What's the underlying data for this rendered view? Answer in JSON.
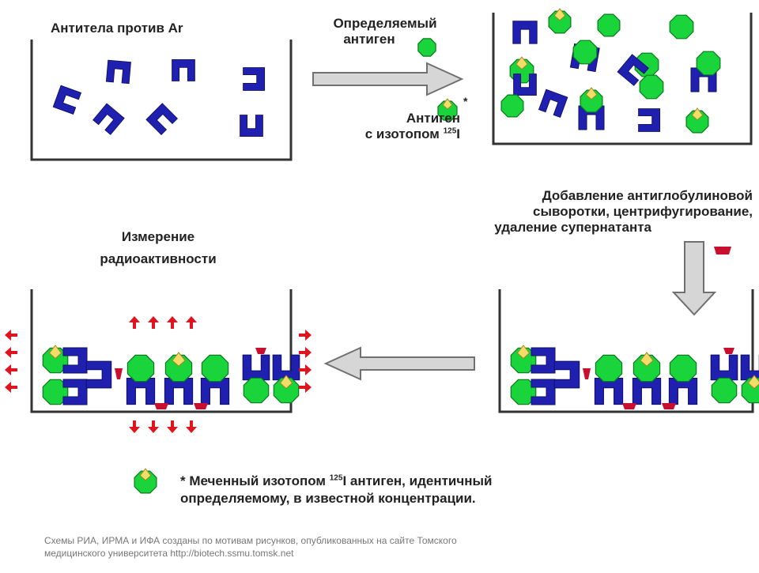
{
  "colors": {
    "antibody": "#1f1fb0",
    "antigen": "#19d43a",
    "antigen_stroke": "#0a7a1e",
    "label_tag": "#f2dc6a",
    "antiglobulin": "#c8102e",
    "radiation": "#e0141e",
    "arrow_fill": "#d6d6d6",
    "arrow_stroke": "#707070",
    "vessel": "#333333"
  },
  "panel1": {
    "title": "Антитела против Ar"
  },
  "arrow1": {
    "line1": "Определяемый",
    "line2": "антиген"
  },
  "labeled_antigen": {
    "star": "*",
    "line1": "Антиген",
    "line2_pre": "с изотопом",
    "isotope_sup": "125",
    "isotope_el": "I"
  },
  "step2": {
    "line1": "Добавление антиглобулиновой",
    "line2": "сыворотки, центрифугирование,",
    "line3": "удаление супернатанта"
  },
  "measure": {
    "line1": "Измерение",
    "line2": "радиоактивности"
  },
  "legend": {
    "line1_pre": "* Меченный изотопом",
    "isotope_sup": "125",
    "line1_post": "I антиген, идентичный",
    "line2": "определяемому, в известной концентрации."
  },
  "credit": {
    "line1": "Схемы РИА, ИРМА и ИФА созданы по мотивам рисунков, опубликованных на сайте Томского",
    "line2": "медицинского университета http://biotech.ssmu.tomsk.net"
  }
}
